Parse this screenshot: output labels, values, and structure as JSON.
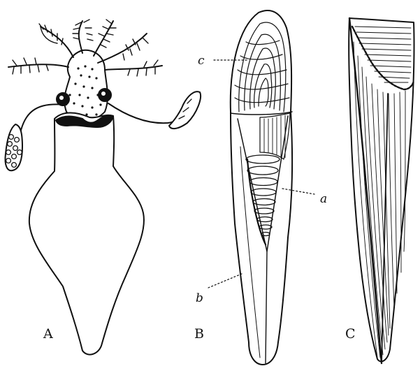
{
  "figure": {
    "panel_labels": {
      "A": "A",
      "B": "B",
      "C": "C"
    },
    "part_labels": {
      "c": "c",
      "a": "a",
      "b": "b"
    },
    "ink_color": "#111111",
    "background": "#ffffff"
  }
}
